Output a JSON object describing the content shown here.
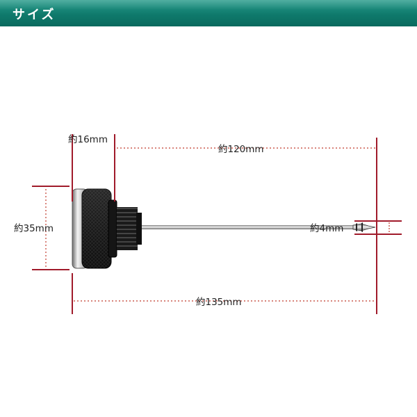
{
  "header": {
    "title": "サイズ"
  },
  "dimensions": {
    "head_width": "約16mm",
    "rod_length": "約120mm",
    "cap_diameter": "約35mm",
    "rod_diameter": "約4mm",
    "total_length": "約135mm"
  },
  "colors": {
    "header": "#0f7a6c",
    "dimension_line": "#a01a2a",
    "dotted_line": "#c0392b",
    "cap_black": "#111111",
    "silver": "#bcbcbc"
  }
}
